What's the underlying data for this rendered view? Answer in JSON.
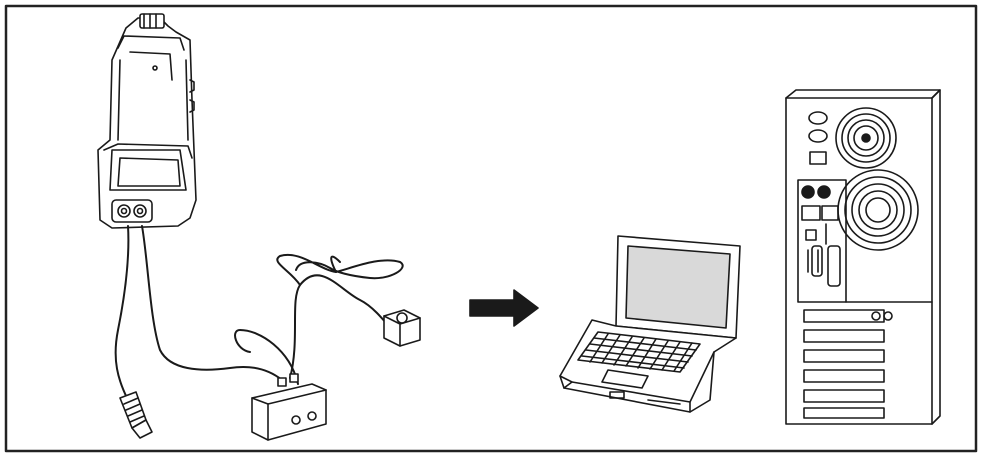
{
  "diagram": {
    "components": [
      {
        "id": "cradle",
        "name": "vehicle-cradle"
      },
      {
        "id": "splitter",
        "name": "splitter-box"
      },
      {
        "id": "antenna",
        "name": "antenna-puck"
      },
      {
        "id": "laptop",
        "name": "laptop-computer"
      },
      {
        "id": "desktop",
        "name": "desktop-computer"
      }
    ],
    "connection": {
      "from": "cradle",
      "to": "computer",
      "arrow": "right"
    },
    "colors": {
      "line": "#1a1a1a",
      "fill": "#ffffff",
      "screen": "#d9d9d9",
      "frame": "#222222"
    }
  }
}
